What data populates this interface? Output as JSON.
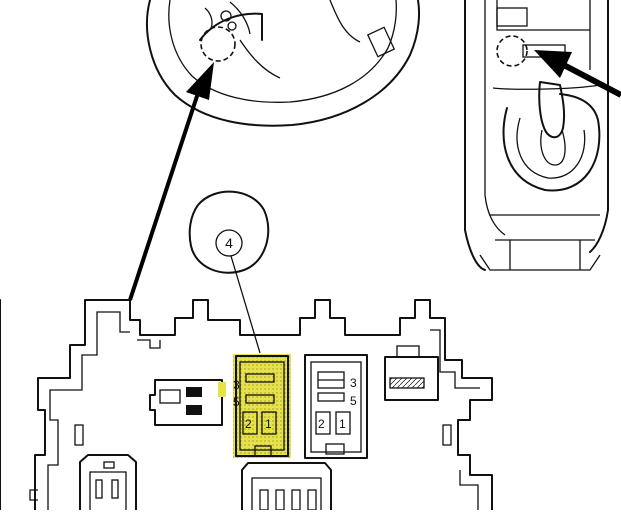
{
  "callout": {
    "number": "4"
  },
  "connector_highlighted": {
    "pins": [
      "3",
      "5",
      "2",
      "1"
    ],
    "highlight_color": "#e8e24a"
  },
  "connector_plain": {
    "pins": [
      "3",
      "5",
      "2",
      "1"
    ]
  },
  "colors": {
    "line": "#111111",
    "background": "#ffffff",
    "highlight": "#e8e24a"
  }
}
